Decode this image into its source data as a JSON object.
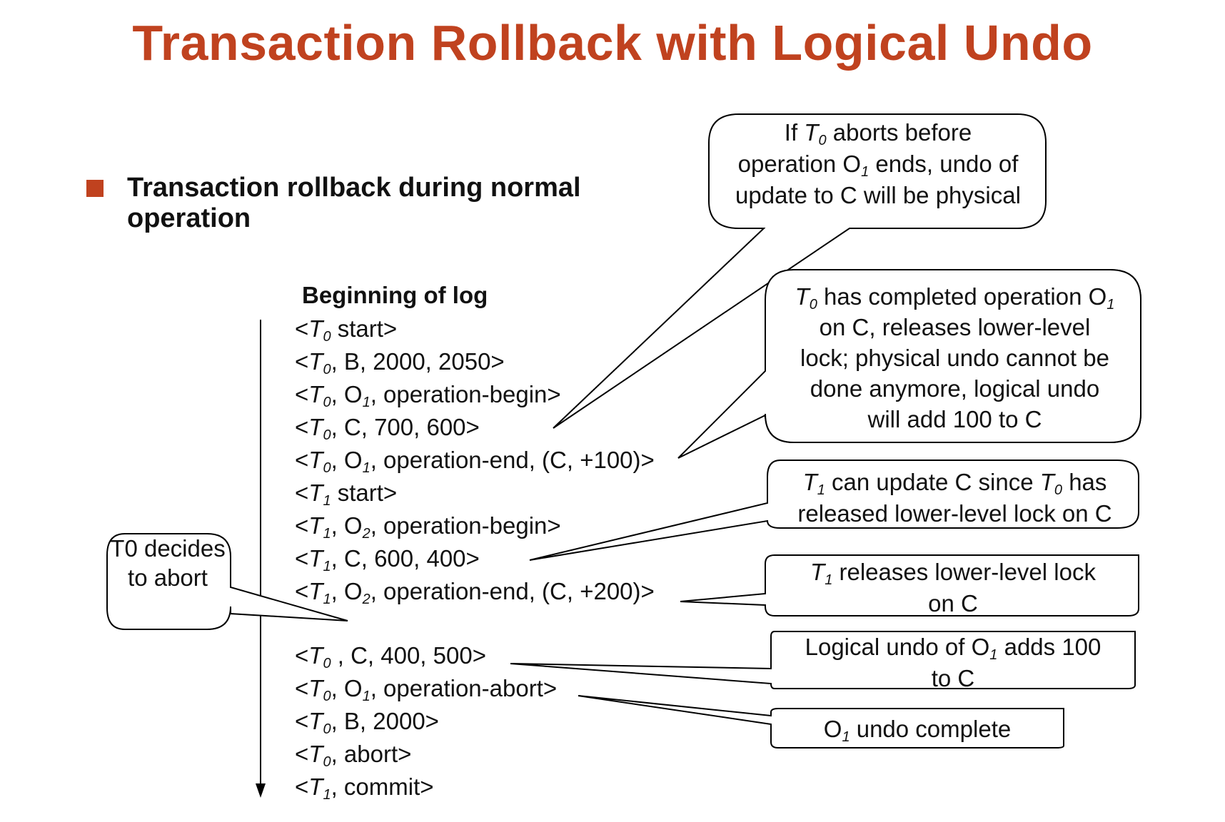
{
  "title": "Transaction Rollback with Logical Undo",
  "bullet": "Transaction rollback during normal operation",
  "log_heading": "Beginning of log",
  "log": [
    {
      "t": "T",
      "s": "0",
      "rest": " start>"
    },
    {
      "t": "T",
      "s": "0",
      "rest": ", B, 2000, 2050>"
    },
    {
      "t": "T",
      "s": "0",
      "rest": ", O",
      "s2": "1",
      "rest2": ", operation-begin>"
    },
    {
      "t": "T",
      "s": "0",
      "rest": ", C, 700, 600>"
    },
    {
      "t": "T",
      "s": "0",
      "rest": ", O",
      "s2": "1",
      "rest2": ", operation-end, (C, +100)>"
    },
    {
      "t": "T",
      "s": "1",
      "rest": " start>"
    },
    {
      "t": "T",
      "s": "1",
      "rest": ", O",
      "s2": "2",
      "rest2": ", operation-begin>"
    },
    {
      "t": "T",
      "s": "1",
      "rest": ", C, 600, 400>"
    },
    {
      "t": "T",
      "s": "1",
      "rest": ", O",
      "s2": "2",
      "rest2": ", operation-end, (C, +200)>"
    },
    {
      "t": "T",
      "s": "0",
      "rest": " , C, 400, 500>"
    },
    {
      "t": "T",
      "s": "0",
      "rest": ", O",
      "s2": "1",
      "rest2": ", operation-abort>"
    },
    {
      "t": "T",
      "s": "0",
      "rest": ", B, 2000>"
    },
    {
      "t": "T",
      "s": "0",
      "rest": ", abort>"
    },
    {
      "t": "T",
      "s": "1",
      "rest": ", commit>"
    }
  ],
  "t0_note": "T0 decides to abort",
  "notes": {
    "n1": [
      "If ",
      "T0",
      " aborts before operation O1 ends, undo of update to C will be physical"
    ],
    "n2": "has completed operation O1 on C, releases lower-level lock; physical undo cannot be done anymore, logical undo will add 100 to C",
    "n3": "can update C since T0 has released lower-level lock on C",
    "n4": "releases lower-level lock on C",
    "n5": "Logical undo of O1 adds 100 to C",
    "n6": "undo complete"
  },
  "colors": {
    "accent": "#c0421f"
  }
}
